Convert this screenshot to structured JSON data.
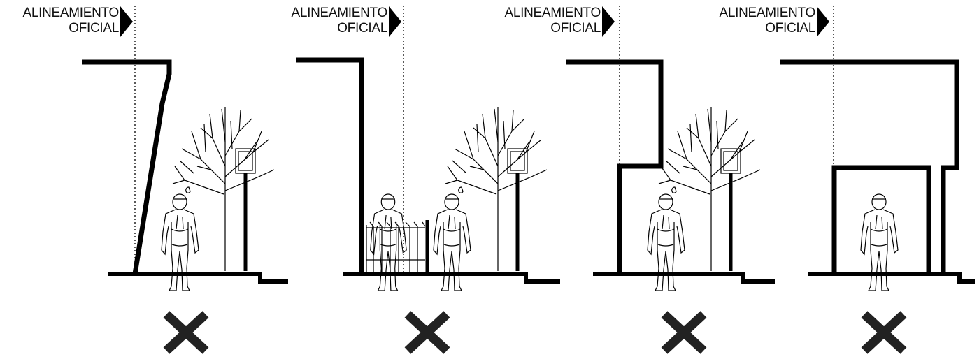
{
  "panels": [
    {
      "label_line1": "ALINEAMIENTO",
      "label_line2": "OFICIAL",
      "verdict_icon": "x-mark-icon"
    },
    {
      "label_line1": "ALINEAMIENTO",
      "label_line2": "OFICIAL",
      "verdict_icon": "x-mark-icon"
    },
    {
      "label_line1": "ALINEAMIENTO",
      "label_line2": "OFICIAL",
      "verdict_icon": "x-mark-icon"
    },
    {
      "label_line1": "ALINEAMIENTO",
      "label_line2": "OFICIAL",
      "verdict_icon": "x-mark-icon"
    }
  ],
  "colors": {
    "line": "#000000",
    "mark": "#222222",
    "background": "#ffffff"
  }
}
